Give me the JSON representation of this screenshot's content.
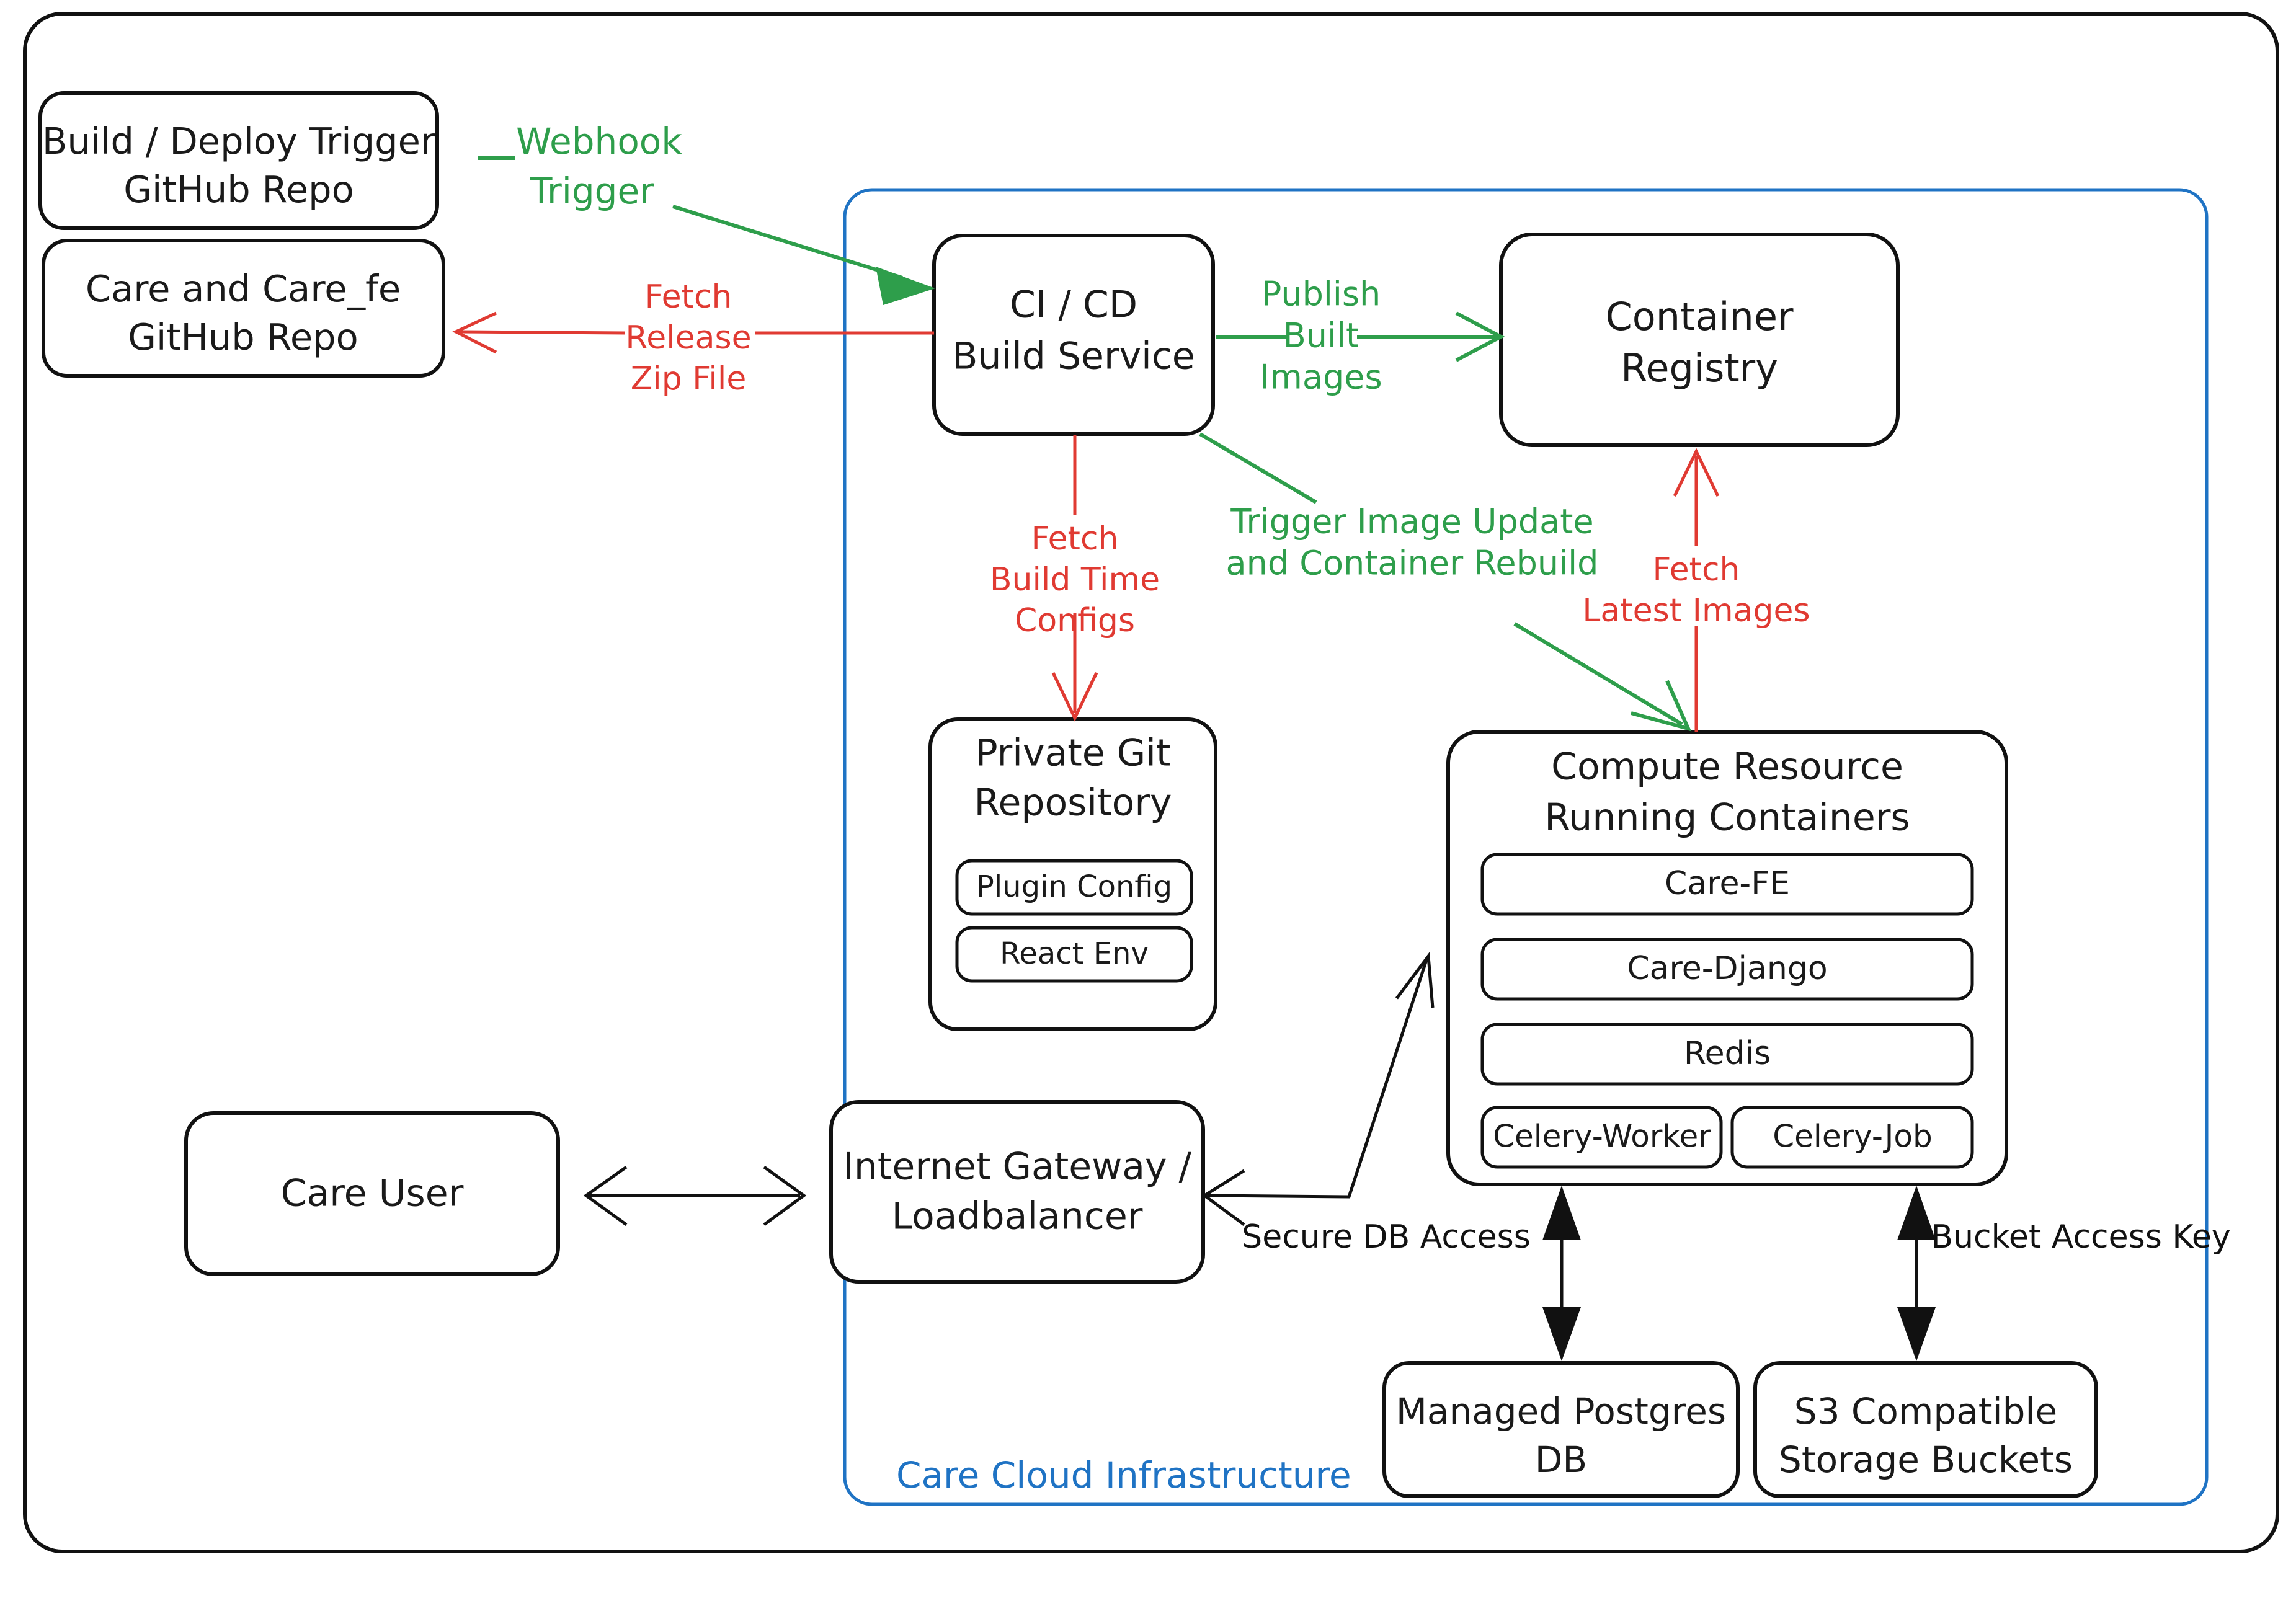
{
  "diagram": {
    "title": "Care Cloud Infrastructure Architecture",
    "colors": {
      "green": "#2e9e4b",
      "red": "#e03a32",
      "blue": "#1f73c4",
      "black": "#111111",
      "background": "#ffffff"
    },
    "cluster": {
      "label": "Care Cloud Infrastructure"
    },
    "nodes": {
      "build_deploy_trigger": {
        "line1": "Build / Deploy Trigger",
        "line2": "GitHub Repo"
      },
      "care_repo": {
        "line1": "Care and Care_fe",
        "line2": "GitHub Repo"
      },
      "cicd_build_service": {
        "line1": "CI / CD",
        "line2": "Build Service"
      },
      "container_registry": {
        "line1": "Container",
        "line2": "Registry"
      },
      "private_git_repository": {
        "line1": "Private Git",
        "line2": "Repository",
        "items": [
          "Plugin Config",
          "React Env"
        ]
      },
      "compute_resource": {
        "line1": "Compute Resource",
        "line2": "Running Containers",
        "containers": [
          "Care-FE",
          "Care-Django",
          "Redis"
        ],
        "containers_row": [
          "Celery-Worker",
          "Celery-Job"
        ]
      },
      "care_user": {
        "line1": "Care User"
      },
      "internet_gateway": {
        "line1": "Internet Gateway /",
        "line2": "Loadbalancer"
      },
      "managed_postgres_db": {
        "line1": "Managed Postgres",
        "line2": "DB"
      },
      "s3_storage_buckets": {
        "line1": "S3 Compatible",
        "line2": "Storage Buckets"
      }
    },
    "edges": {
      "webhook_trigger": {
        "line1": "Webhook",
        "line2": "Trigger",
        "color": "green"
      },
      "fetch_release_zip": {
        "line1": "Fetch",
        "line2": "Release",
        "line3": "Zip File",
        "color": "red"
      },
      "publish_built_images": {
        "line1": "Publish",
        "line2": "Built",
        "line3": "Images",
        "color": "green"
      },
      "fetch_build_time_configs": {
        "line1": "Fetch",
        "line2": "Build Time",
        "line3": "Configs",
        "color": "red"
      },
      "trigger_image_update": {
        "line1": "Trigger Image Update",
        "line2": "and Container Rebuild",
        "color": "green"
      },
      "fetch_latest_images": {
        "line1": "Fetch",
        "line2": "Latest Images",
        "color": "red"
      },
      "secure_db_access": {
        "line1": "Secure DB Access",
        "color": "black"
      },
      "bucket_access_key": {
        "line1": "Bucket Access Key",
        "color": "black"
      }
    }
  }
}
